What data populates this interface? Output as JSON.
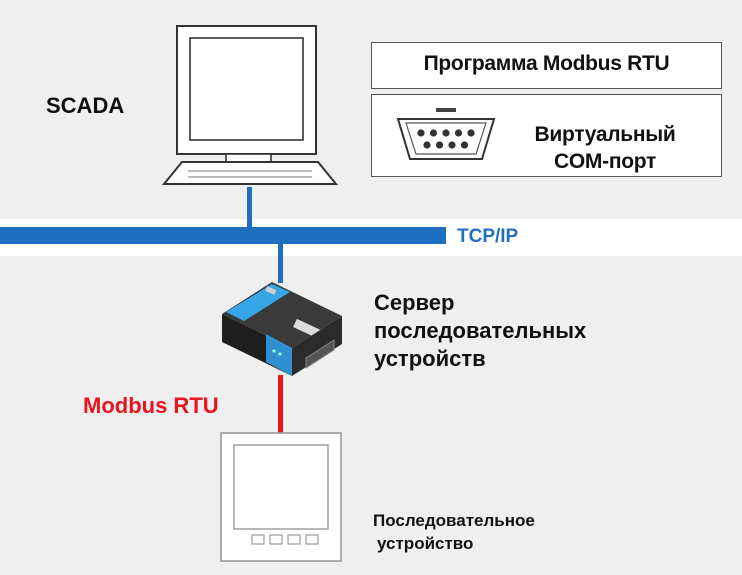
{
  "labels": {
    "scada": "SCADA",
    "program": "Программа Modbus RTU",
    "virtual_com_line1": "Виртуальный",
    "virtual_com_line2": "COM-порт",
    "tcpip": "TCP/IP",
    "server_line1": "Сервер",
    "server_line2": "последовательных",
    "server_line3": "устройств",
    "modbus_rtu": "Modbus RTU",
    "device_line1": "Последовательное",
    "device_line2": "устройство"
  },
  "colors": {
    "network_blue": "#1f6fc0",
    "serial_red": "#e8141e",
    "tcpip_text": "#1f6fc0",
    "modbus_text": "#e8141e",
    "panel_gray": "#efefef"
  },
  "icons": {
    "computer": "desktop-computer-icon",
    "db9": "db9-serial-connector-icon",
    "server": "serial-device-server-icon",
    "device": "panel-meter-device-icon"
  }
}
